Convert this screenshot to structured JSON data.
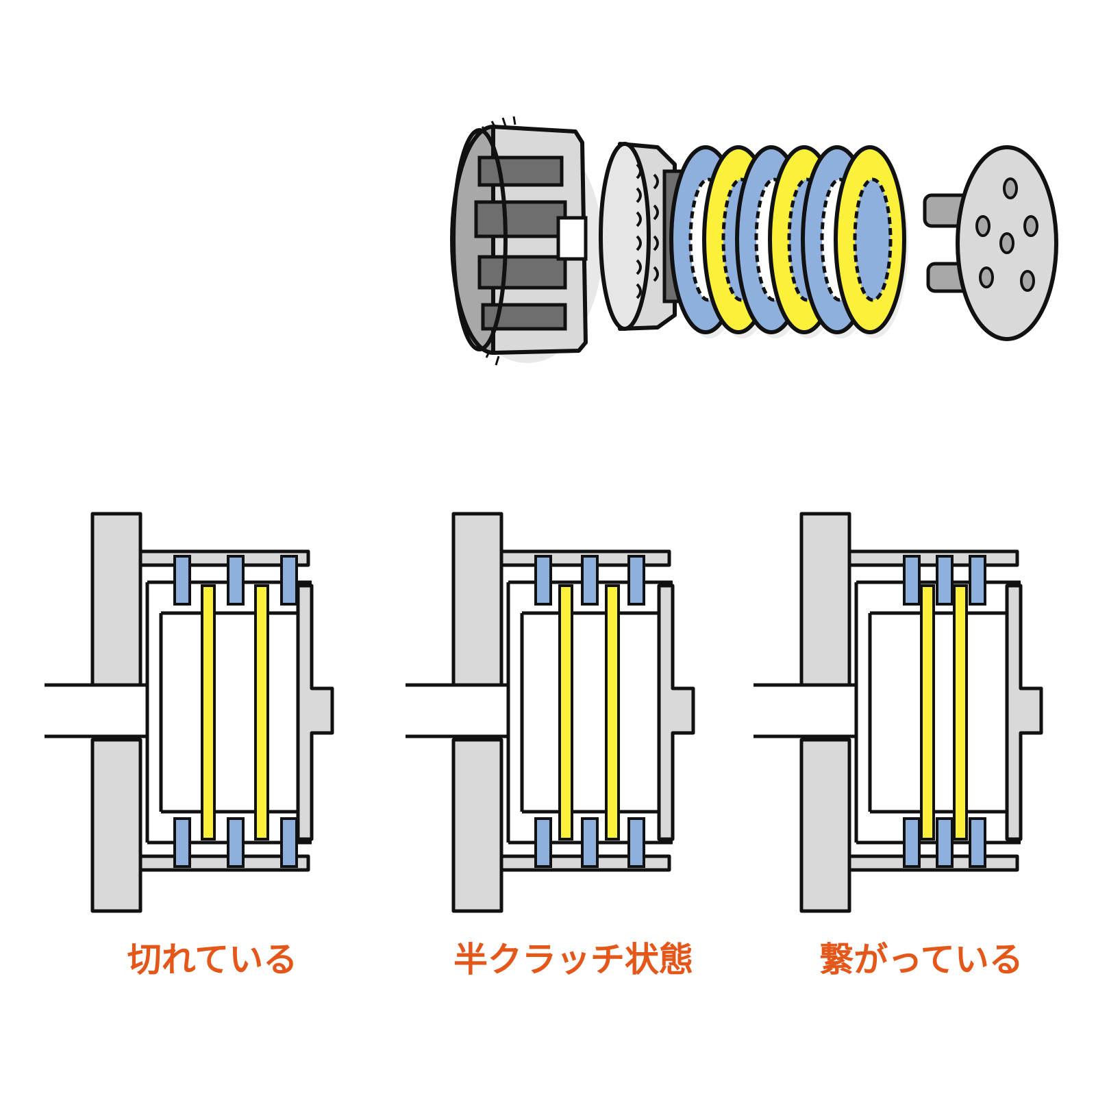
{
  "colors": {
    "ink": "#111111",
    "metal_light": "#d9d9d9",
    "metal_mid": "#a8a8a8",
    "metal_dark": "#6e6e6e",
    "friction_plate": "#8fb0dc",
    "clutch_plate": "#fbf03a",
    "caption": "#e4571a",
    "background": "#ffffff"
  },
  "top_illustration": {
    "components": [
      {
        "name": "clutch-outer-housing"
      },
      {
        "name": "clutch-inner-hub"
      },
      {
        "name": "plate-stack"
      },
      {
        "name": "pressure-plate"
      }
    ],
    "plate_stack_order": [
      "friction",
      "clutch",
      "friction",
      "clutch",
      "friction",
      "clutch"
    ]
  },
  "diagrams": [
    {
      "state": "disengaged",
      "caption": "切れている",
      "plate_gap": "wide"
    },
    {
      "state": "half-clutch",
      "caption": "半クラッチ状態",
      "plate_gap": "medium"
    },
    {
      "state": "engaged",
      "caption": "繋がっている",
      "plate_gap": "none"
    }
  ]
}
